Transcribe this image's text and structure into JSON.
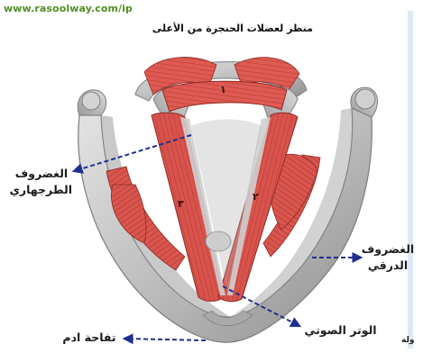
{
  "watermark": "www.rasoolway.com/ip",
  "title": "منظر لعضلات الحنجرة من الأعلى",
  "muscle_numbers": [
    "١",
    "٢",
    "٣"
  ],
  "labels": {
    "arytenoid_line1": "الغضروف",
    "arytenoid_line2": "الطرجهاري",
    "thyroid_line1": "الغضروف",
    "thyroid_line2": "الدرقي",
    "adams_apple": "تفاحة ادم",
    "vocal_cord": "الوتر الصوتي"
  },
  "edge_text": "ولة",
  "colors": {
    "arrow": "#1f2f8f",
    "muscle": "#d9534d",
    "muscle_dark": "#a8322c",
    "cartilage": "#bfbfbf",
    "cartilage_dark": "#8f8f8f",
    "watermark": "#4f8f24",
    "frame_blue": "#a9c9e8"
  }
}
